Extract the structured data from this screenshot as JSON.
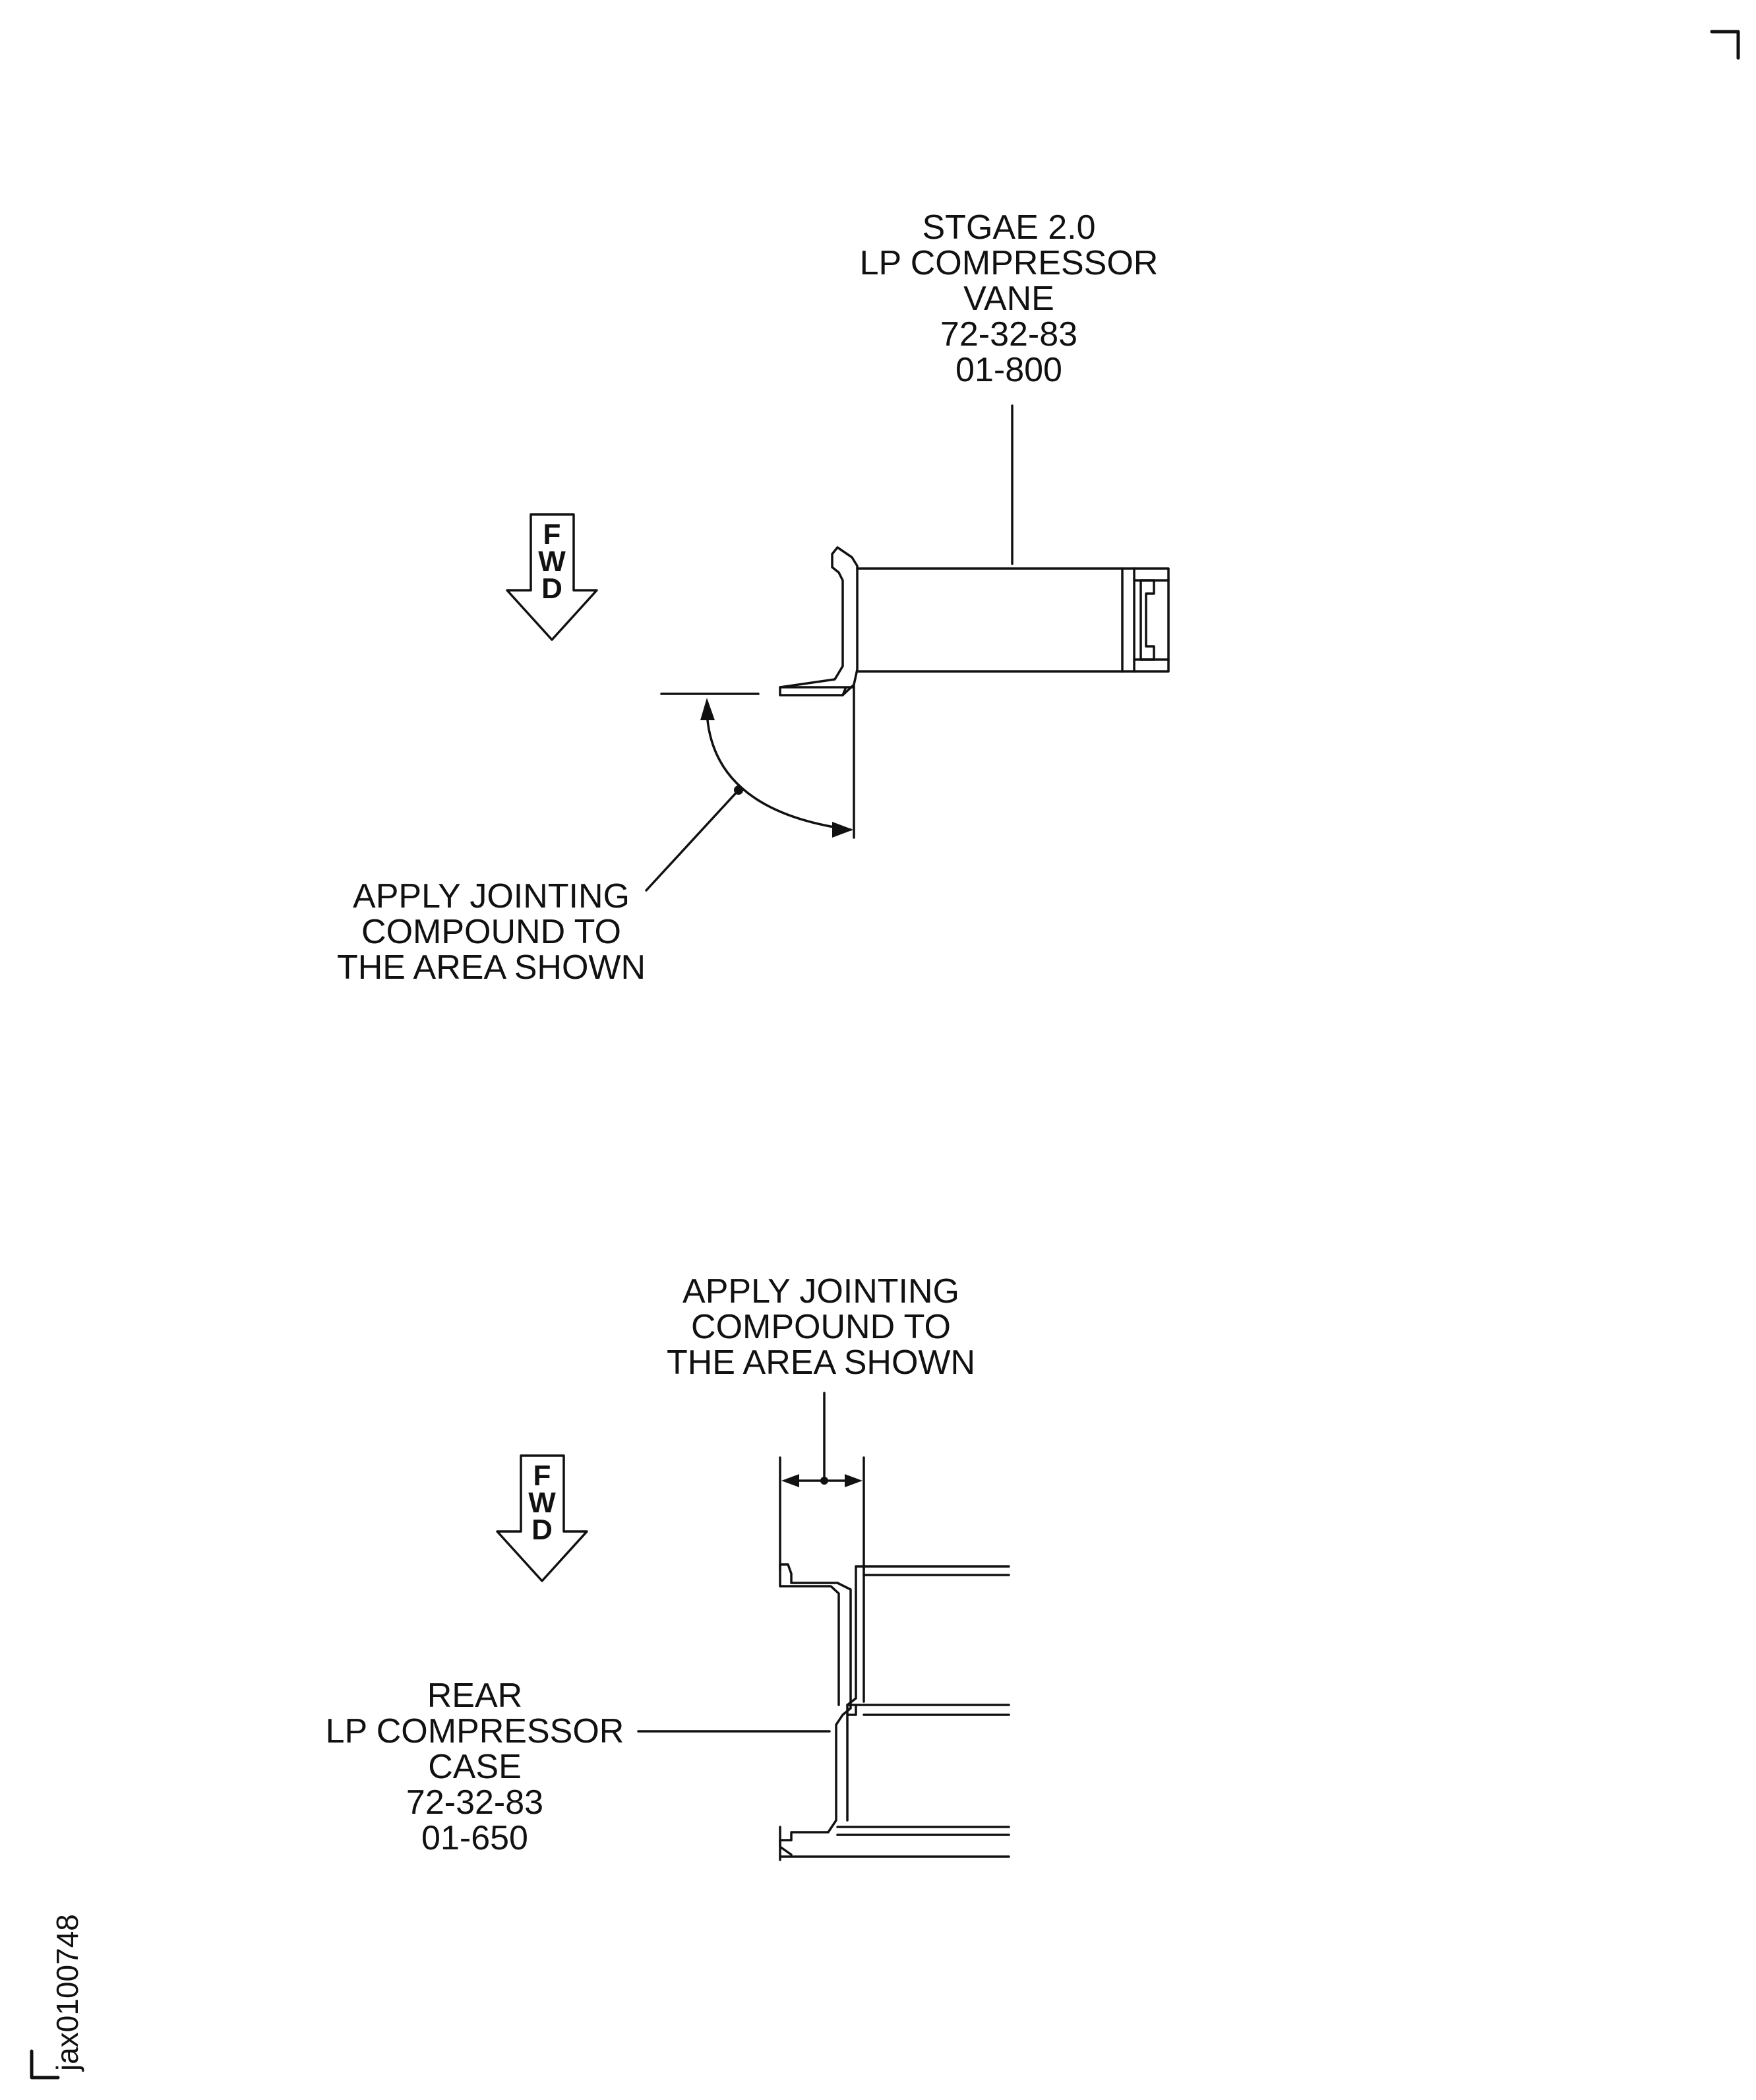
{
  "top_view": {
    "vane_label": [
      "STGAE 2.0",
      "LP COMPRESSOR",
      "VANE",
      "72-32-83",
      "01-800"
    ],
    "fwd_letters": [
      "F",
      "W",
      "D"
    ],
    "callout_label": [
      "APPLY JOINTING",
      "COMPOUND TO",
      "THE AREA SHOWN"
    ]
  },
  "bottom_view": {
    "callout_label": [
      "APPLY JOINTING",
      "COMPOUND TO",
      "THE AREA SHOWN"
    ],
    "fwd_letters": [
      "F",
      "W",
      "D"
    ],
    "case_label": [
      "REAR",
      "LP COMPRESSOR",
      "CASE",
      "72-32-83",
      "01-650"
    ]
  },
  "figure_id": "jax0100748"
}
